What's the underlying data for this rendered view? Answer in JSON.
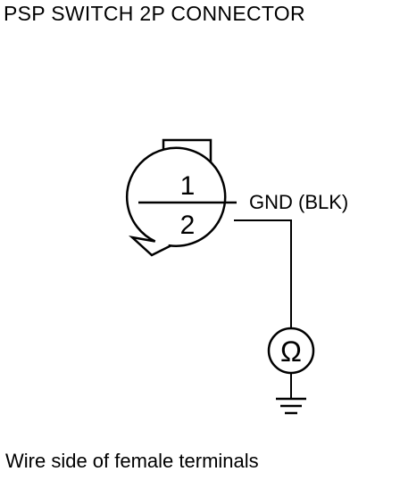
{
  "title": "PSP SWITCH 2P CONNECTOR",
  "connector": {
    "terminal_1": "1",
    "terminal_2": "2"
  },
  "wire_label": "GND (BLK)",
  "meter_symbol": "Ω",
  "caption": "Wire side of female terminals",
  "colors": {
    "line": "#000000",
    "background": "#ffffff"
  },
  "icons": {
    "meter": "ohmmeter-icon",
    "ground": "ground-icon"
  }
}
